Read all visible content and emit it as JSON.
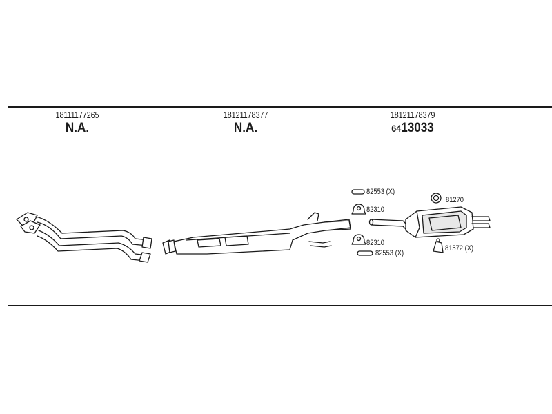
{
  "columns": [
    {
      "part_no": "18111177265",
      "ref_prefix": "",
      "ref": "N.A."
    },
    {
      "part_no": "18121178377",
      "ref_prefix": "",
      "ref": "N.A."
    },
    {
      "part_no": "18121178379",
      "ref_prefix": "64",
      "ref": "13033"
    }
  ],
  "hardware": [
    {
      "code": "82553 (X)"
    },
    {
      "code": "82310"
    },
    {
      "code": "82310"
    },
    {
      "code": "82553 (X)"
    },
    {
      "code": "81270"
    },
    {
      "code": "81572 (X)"
    }
  ]
}
